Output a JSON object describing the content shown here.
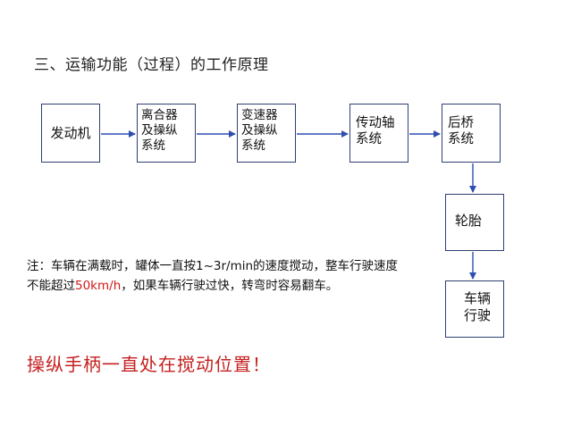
{
  "title": "三、运输功能（过程）的工作原理",
  "nodes": {
    "engine": "发动机",
    "clutch": "离合器\n及操纵\n系统",
    "gearbox": "变速器\n及操纵\n系统",
    "driveshaft": "传动轴\n系统",
    "rear_axle": "后桥\n系统",
    "tire": "轮胎",
    "vehicle_run": "车辆\n行驶"
  },
  "note": {
    "part1": "注：车辆在满载时，罐体一直按1~3r/min的速度搅动，整车行驶速度不能超过",
    "speed_limit": "50km/h",
    "part2": "，如果车辆行驶过快，转弯时容易翻车。"
  },
  "warning": "操纵手柄一直处在搅动位置！",
  "colors": {
    "box_border": "#2f3f73",
    "arrow": "#2f4fb0",
    "highlight": "#d01818",
    "warning": "#c62020"
  }
}
